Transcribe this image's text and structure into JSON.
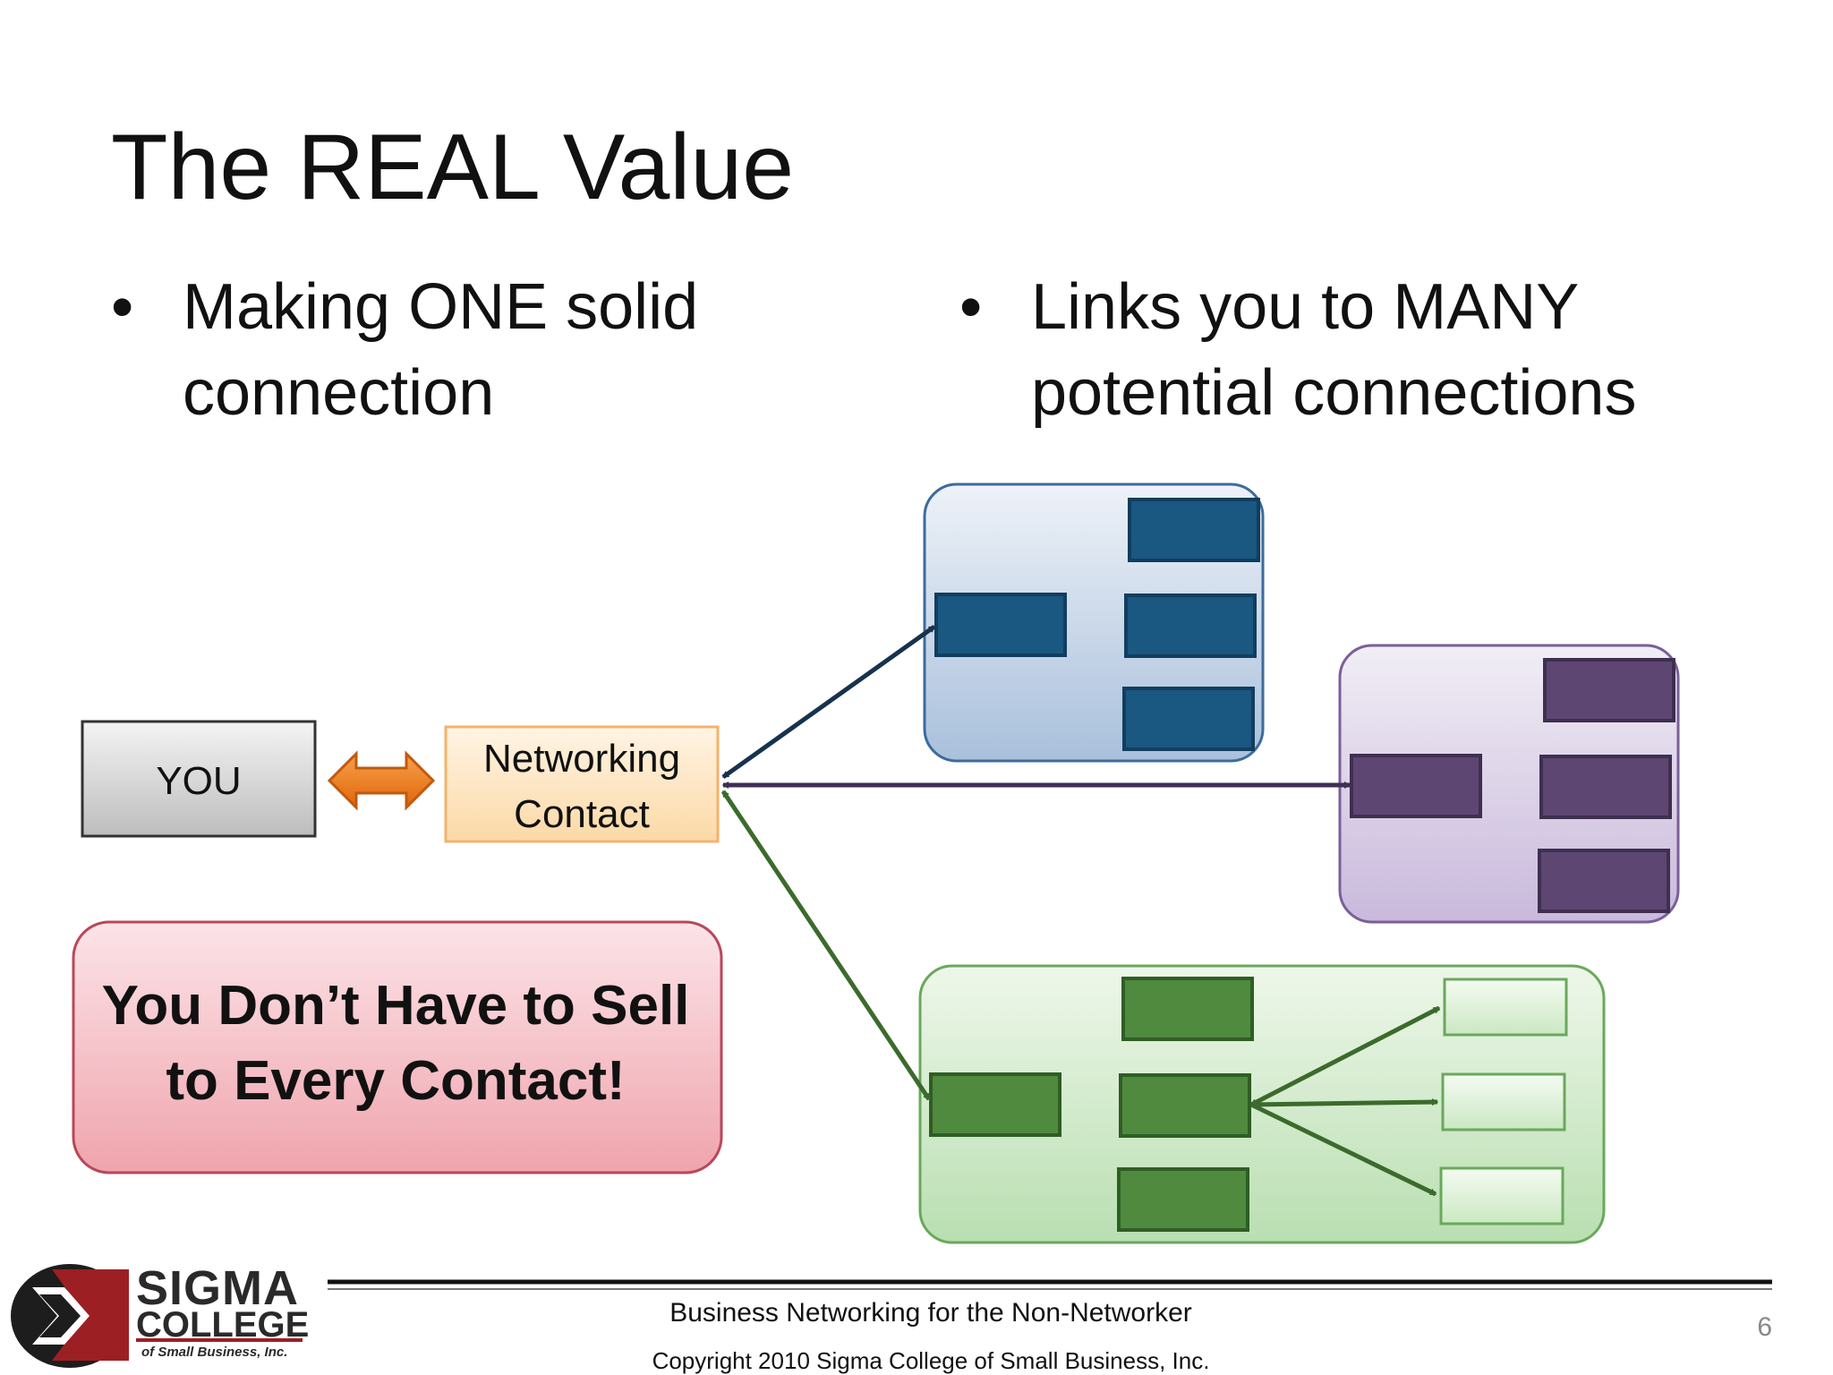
{
  "slide": {
    "title": "The REAL Value",
    "bullets": [
      {
        "marker": "•",
        "lines": [
          "Making ONE solid",
          "connection"
        ]
      },
      {
        "marker": "•",
        "lines": [
          "Links you to MANY",
          "potential connections"
        ]
      }
    ]
  },
  "diagram": {
    "you_label": "YOU",
    "contact_label": [
      "Networking",
      "Contact"
    ],
    "callout": [
      "You Don’t Have to Sell",
      "to Every Contact!"
    ],
    "colors": {
      "you_box": "#c9c9c9",
      "contact_box": "#fde3bd",
      "double_arrow": "#e8761a",
      "blue_group": "#1a5781",
      "purple_group": "#5e4673",
      "green_group": "#4f8a3e",
      "callout_fill": "#f2a8b1"
    }
  },
  "footer": {
    "title": "Business Networking for the Non-Networker",
    "copyright": "Copyright 2010 Sigma College of Small Business, Inc.",
    "page_number": "6"
  },
  "logo": {
    "line1": "SIGMA",
    "line2": "COLLEGE",
    "line3": "of Small Business, Inc."
  }
}
